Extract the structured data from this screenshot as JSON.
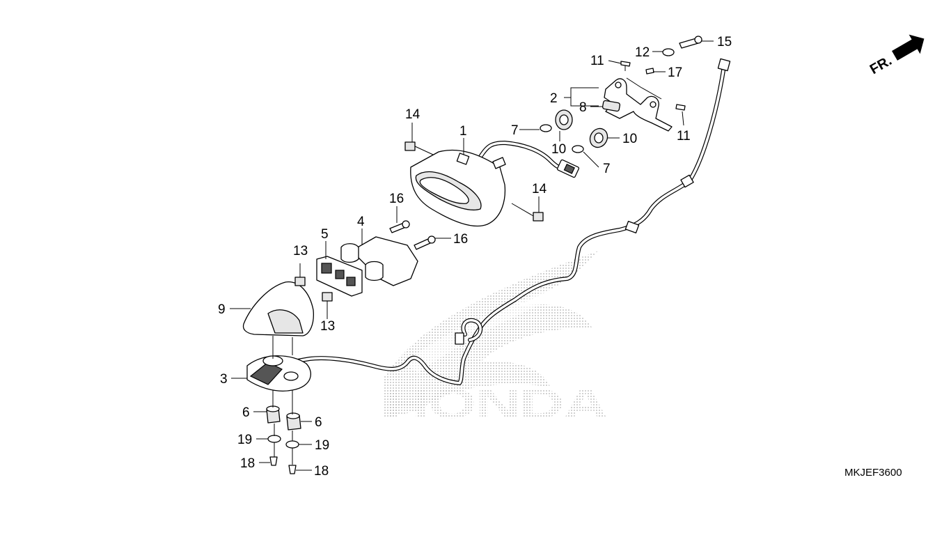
{
  "diagram": {
    "drawing_code": "MKJEF3600",
    "front_indicator": "FR.",
    "watermark_text": "HONDA",
    "callouts": [
      {
        "id": "c1",
        "label": "1"
      },
      {
        "id": "c2",
        "label": "2"
      },
      {
        "id": "c3",
        "label": "3"
      },
      {
        "id": "c4",
        "label": "4"
      },
      {
        "id": "c5",
        "label": "5"
      },
      {
        "id": "c6a",
        "label": "6"
      },
      {
        "id": "c6b",
        "label": "6"
      },
      {
        "id": "c7a",
        "label": "7"
      },
      {
        "id": "c7b",
        "label": "7"
      },
      {
        "id": "c8",
        "label": "8"
      },
      {
        "id": "c9",
        "label": "9"
      },
      {
        "id": "c10a",
        "label": "10"
      },
      {
        "id": "c10b",
        "label": "10"
      },
      {
        "id": "c11a",
        "label": "11"
      },
      {
        "id": "c11b",
        "label": "11"
      },
      {
        "id": "c12",
        "label": "12"
      },
      {
        "id": "c13a",
        "label": "13"
      },
      {
        "id": "c13b",
        "label": "13"
      },
      {
        "id": "c14a",
        "label": "14"
      },
      {
        "id": "c14b",
        "label": "14"
      },
      {
        "id": "c15",
        "label": "15"
      },
      {
        "id": "c16a",
        "label": "16"
      },
      {
        "id": "c16b",
        "label": "16"
      },
      {
        "id": "c17",
        "label": "17"
      },
      {
        "id": "c18a",
        "label": "18"
      },
      {
        "id": "c18b",
        "label": "18"
      },
      {
        "id": "c19a",
        "label": "19"
      },
      {
        "id": "c19b",
        "label": "19"
      }
    ]
  }
}
